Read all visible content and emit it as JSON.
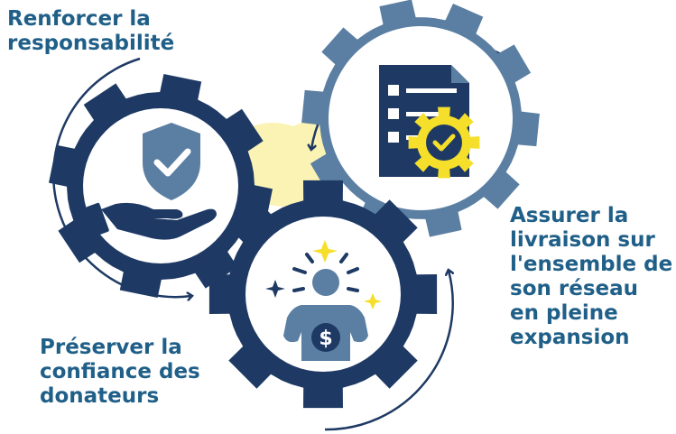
{
  "labels": {
    "accountability": "Renforcer la\nresponsabilité",
    "delivery": "Assurer la\nlivraison sur\nl'ensemble de\nson réseau\nen pleine\nexpansion",
    "donor_trust": "Préserver la\nconfiance des\ndonateurs"
  },
  "colors": {
    "navy": "#1e3a64",
    "steel": "#5b7fa3",
    "yellow": "#f5df2a",
    "pale_yellow": "#fbf3b4",
    "label": "#1f5f88"
  },
  "icons": {
    "left_gear": "shield-check-hand-icon",
    "right_gear": "document-checklist-gear-icon",
    "bottom_gear": "person-dollar-idea-icon"
  }
}
